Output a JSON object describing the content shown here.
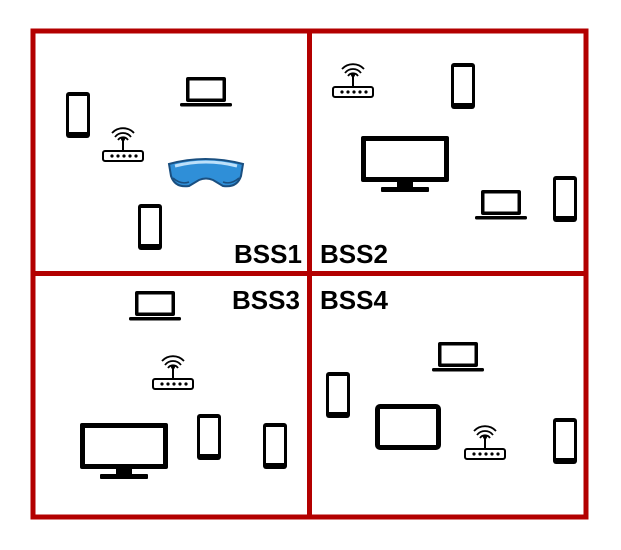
{
  "diagram": {
    "border_color": "#b30000",
    "icon_color": "#000000",
    "headset_color": "#2f8fd8",
    "cells": [
      {
        "label": "BSS1"
      },
      {
        "label": "BSS2"
      },
      {
        "label": "BSS3"
      },
      {
        "label": "BSS4"
      }
    ],
    "devices": {
      "bss1": [
        "phone-icon",
        "laptop-icon",
        "router-icon",
        "vr-headset-icon",
        "phone-icon"
      ],
      "bss2": [
        "router-icon",
        "phone-icon",
        "monitor-icon",
        "laptop-icon",
        "phone-icon"
      ],
      "bss3": [
        "laptop-icon",
        "router-icon",
        "monitor-icon",
        "phone-icon",
        "phone-icon"
      ],
      "bss4": [
        "laptop-icon",
        "phone-icon",
        "tablet-icon",
        "router-icon",
        "phone-icon"
      ]
    }
  }
}
